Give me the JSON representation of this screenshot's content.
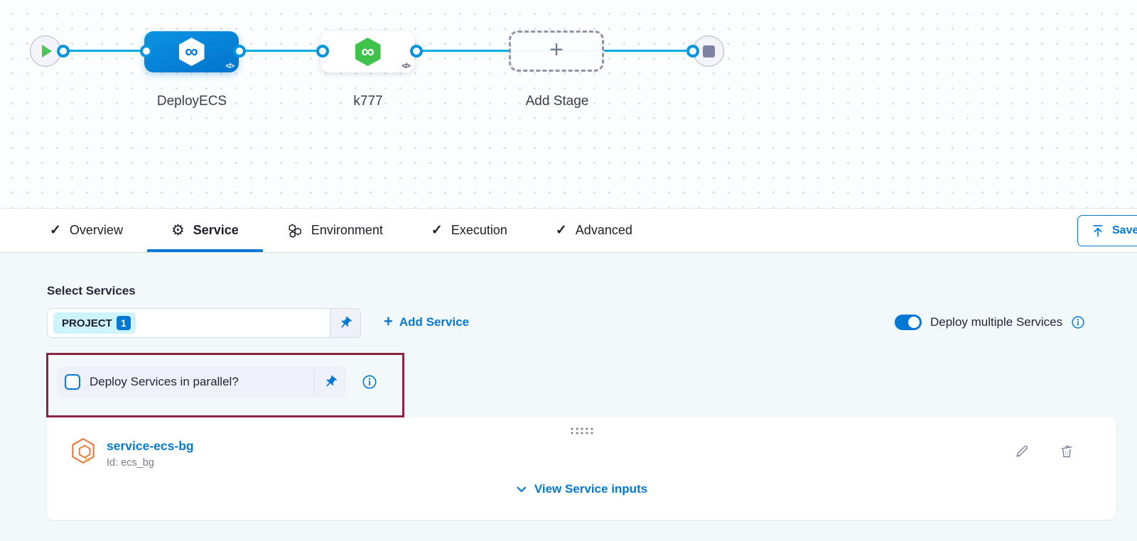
{
  "canvas": {
    "stages": [
      {
        "name": "DeployECS"
      },
      {
        "name": "k777"
      }
    ],
    "add_stage_label": "Add Stage"
  },
  "icons": {
    "check": "✓",
    "gear": "⚙",
    "infinity": "∞",
    "code": "</>",
    "plus": "+"
  },
  "tabs": {
    "items": [
      {
        "label": "Overview"
      },
      {
        "label": "Service"
      },
      {
        "label": "Environment"
      },
      {
        "label": "Execution"
      },
      {
        "label": "Advanced"
      }
    ],
    "save_label": "Save"
  },
  "service_section": {
    "select_services_label": "Select Services",
    "project_chip": {
      "label": "PROJECT",
      "count": "1"
    },
    "add_service_label": "Add Service",
    "deploy_multiple_label": "Deploy multiple Services",
    "parallel_checkbox_label": "Deploy Services in parallel?",
    "service_card": {
      "name": "service-ecs-bg",
      "id": "Id: ecs_bg",
      "view_inputs_label": "View Service inputs"
    }
  },
  "colors": {
    "accent_blue": "#0278d5",
    "line_blue": "#00ade4",
    "success_green": "#4cc65a",
    "service_orange": "#e8793a",
    "annotation_red": "#8e2443"
  }
}
